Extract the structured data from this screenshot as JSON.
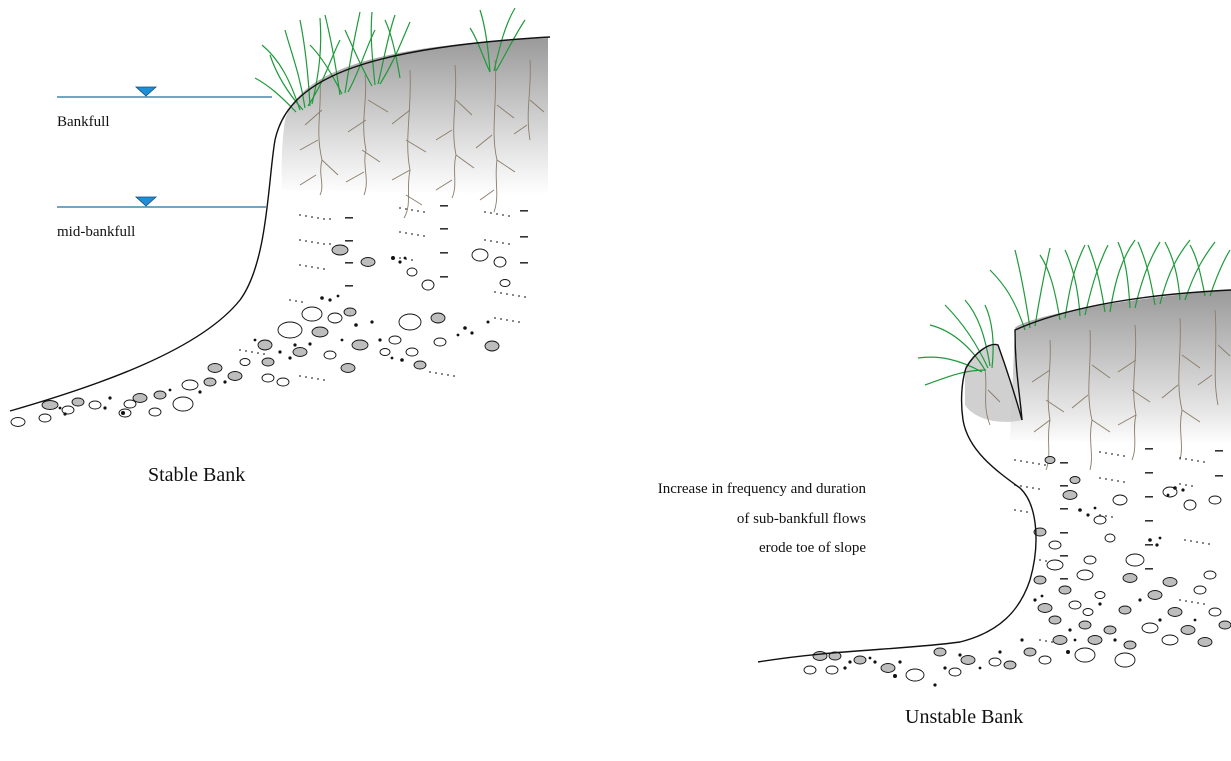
{
  "labels": {
    "bankfull": "Bankfull",
    "mid_bankfull": "mid-bankfull",
    "stable_caption": "Stable Bank",
    "unstable_caption": "Unstable Bank",
    "erosion_line1": "Increase in frequency and duration",
    "erosion_line2": "of sub-bankfull flows",
    "erosion_line3": "erode toe of slope"
  },
  "colors": {
    "water_line": "#1f6fa0",
    "water_marker": "#1e8fd6",
    "grass": "#1e9a3a",
    "roots": "#8a7d6a",
    "soil_dark": "#9a9a9a",
    "rock_fill": "#bdbdbd",
    "outline": "#111111"
  }
}
